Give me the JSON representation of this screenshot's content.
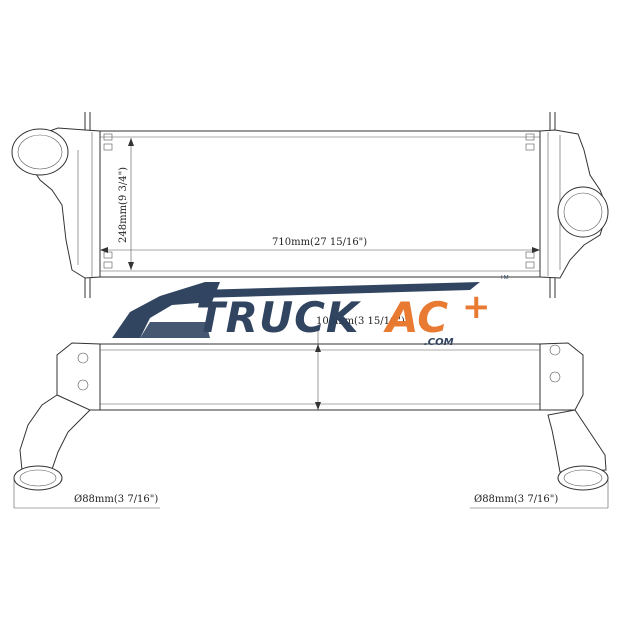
{
  "drawing": {
    "dim_width": "710mm(27 15/16\")",
    "dim_height": "248mm(9 3/4\")",
    "dim_depth": "100mm(3 15/16\")",
    "dim_inlet_left": "Ø88mm(3 7/16\")",
    "dim_inlet_right": "Ø88mm(3 7/16\")"
  },
  "logo": {
    "word1": "TRUCK",
    "word2": "AC",
    "plus": "+",
    "tld": ".COM",
    "tm": "TM",
    "colors": {
      "navy": "#2b3f5c",
      "orange": "#e8762c"
    }
  }
}
